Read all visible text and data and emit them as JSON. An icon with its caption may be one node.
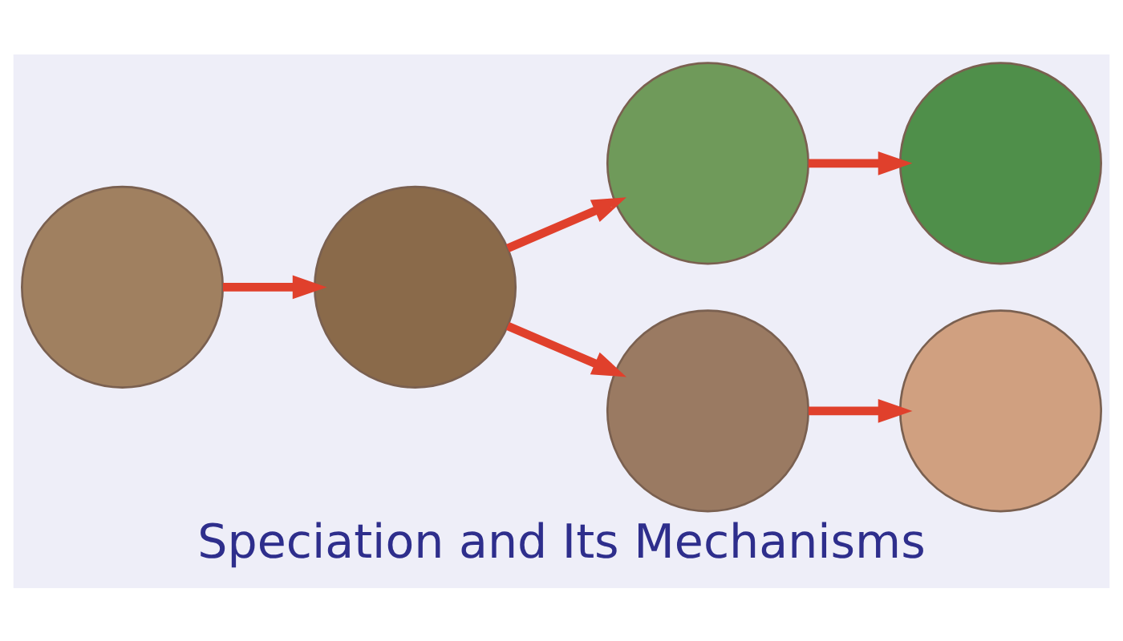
{
  "diagram": {
    "title": "Speciation and Its Mechanisms",
    "nodes": [
      {
        "text": [],
        "shape": "circle"
      },
      {
        "text": [],
        "shape": "circle"
      },
      {
        "text": [],
        "shape": "circle"
      },
      {
        "text": [],
        "shape": "circle"
      },
      {
        "text": [],
        "shape": "circle"
      },
      {
        "text": [],
        "shape": "circle"
      }
    ],
    "edges": [
      {
        "from": 0,
        "to": 1,
        "arrow": "to"
      },
      {
        "from": 1,
        "to": 2,
        "arrow": "to"
      },
      {
        "from": 1,
        "to": 3,
        "arrow": "to"
      },
      {
        "from": 2,
        "to": 4,
        "arrow": "to"
      },
      {
        "from": 3,
        "to": 5,
        "arrow": "to"
      }
    ]
  }
}
